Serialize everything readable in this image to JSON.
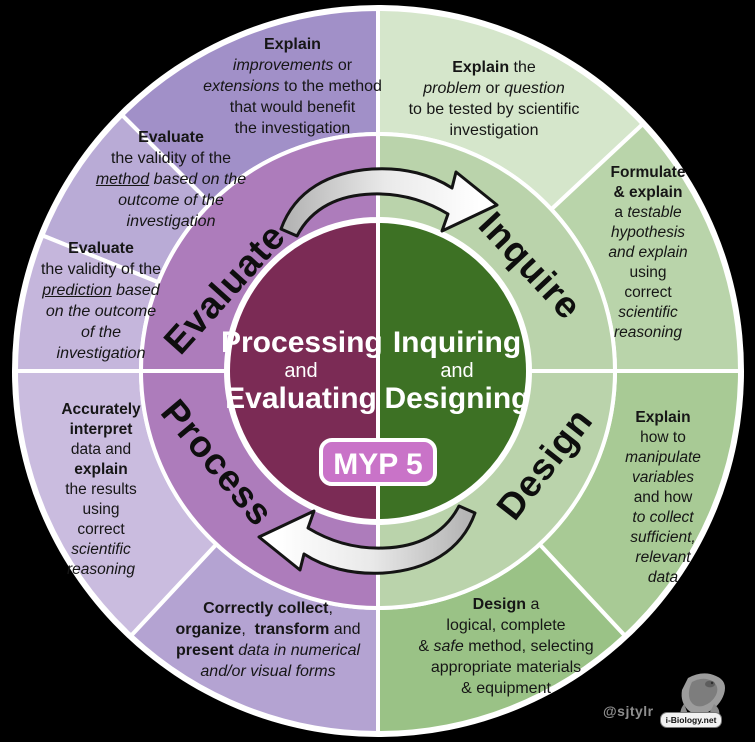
{
  "colors": {
    "background": "#000000",
    "text": "#161616",
    "white": "#ffffff",
    "outer_purple": [
      "#a190c8",
      "#b9abd6",
      "#c5b6dc",
      "#cabcdf",
      "#b4a3d2"
    ],
    "outer_green": [
      "#d5e6cb",
      "#b9d4aa",
      "#a8ca95",
      "#9ac286"
    ],
    "mid_purple": "#ad7cbb",
    "mid_green": "#bad3ab",
    "inner_maroon": "#7b2b55",
    "inner_green": "#3d7124",
    "badge_fill": "#c973c8",
    "arrow_tail": "#b5b5b5",
    "arrow_head": "#ffffff",
    "arrow_outline": "#141414",
    "watermark_text": "#8e8e8e"
  },
  "segments": {
    "explain_improvements": {
      "lines": [
        [
          {
            "t": "Explain",
            "b": true
          }
        ],
        [
          {
            "t": "improvements",
            "i": true
          },
          {
            "t": " or"
          }
        ],
        [
          {
            "t": "extensions",
            "i": true
          },
          {
            "t": " to the method"
          }
        ],
        [
          {
            "t": "that would benefit"
          }
        ],
        [
          {
            "t": "the investigation"
          }
        ]
      ]
    },
    "explain_problem": {
      "lines": [
        [
          {
            "t": "Explain",
            "b": true
          },
          {
            "t": " the"
          }
        ],
        [
          {
            "t": "problem",
            "i": true
          },
          {
            "t": " or "
          },
          {
            "t": "question",
            "i": true
          }
        ],
        [
          {
            "t": "to be tested by scientific"
          }
        ],
        [
          {
            "t": "investigation"
          }
        ]
      ]
    },
    "formulate_explain": {
      "lines": [
        [
          {
            "t": "Formulate",
            "b": true
          }
        ],
        [
          {
            "t": "& explain",
            "b": true
          }
        ],
        [
          {
            "t": "a "
          },
          {
            "t": "testable",
            "i": true
          }
        ],
        [
          {
            "t": "hypothesis",
            "i": true
          }
        ],
        [
          {
            "t": "and explain",
            "i": true
          }
        ],
        [
          {
            "t": "using"
          }
        ],
        [
          {
            "t": "correct"
          }
        ],
        [
          {
            "t": "scientific",
            "i": true
          }
        ],
        [
          {
            "t": "reasoning",
            "i": true
          }
        ]
      ]
    },
    "explain_how": {
      "lines": [
        [
          {
            "t": "Explain",
            "b": true
          }
        ],
        [
          {
            "t": "how to"
          }
        ],
        [
          {
            "t": "manipulate",
            "i": true
          }
        ],
        [
          {
            "t": "variables",
            "i": true
          }
        ],
        [
          {
            "t": "and how"
          }
        ],
        [
          {
            "t": "to collect",
            "i": true
          }
        ],
        [
          {
            "t": "sufficient,",
            "i": true
          }
        ],
        [
          {
            "t": "relevant",
            "i": true
          }
        ],
        [
          {
            "t": "data",
            "i": true
          }
        ]
      ]
    },
    "design_method": {
      "lines": [
        [
          {
            "t": "Design",
            "b": true
          },
          {
            "t": " a"
          }
        ],
        [
          {
            "t": "logical, complete"
          }
        ],
        [
          {
            "t": "& "
          },
          {
            "t": "safe",
            "i": true
          },
          {
            "t": " method, selecting"
          }
        ],
        [
          {
            "t": "appropriate materials"
          }
        ],
        [
          {
            "t": "& equipment"
          }
        ]
      ]
    },
    "correctly_collect": {
      "lines": [
        [
          {
            "t": "Correctly collect",
            "b": true
          },
          {
            "t": ","
          }
        ],
        [
          {
            "t": "organize",
            "b": true
          },
          {
            "t": ",  "
          },
          {
            "t": "transform",
            "b": true
          },
          {
            "t": " and"
          }
        ],
        [
          {
            "t": "present",
            "b": true
          },
          {
            "t": " "
          },
          {
            "t": "data in numerical",
            "i": true
          }
        ],
        [
          {
            "t": "and/or visual forms",
            "i": true
          }
        ]
      ]
    },
    "accurately_interpret": {
      "lines": [
        [
          {
            "t": "Accurately",
            "b": true
          }
        ],
        [
          {
            "t": "interpret",
            "b": true
          }
        ],
        [
          {
            "t": "data and"
          }
        ],
        [
          {
            "t": "explain",
            "b": true
          }
        ],
        [
          {
            "t": "the results"
          }
        ],
        [
          {
            "t": "using"
          }
        ],
        [
          {
            "t": "correct"
          }
        ],
        [
          {
            "t": "scientific",
            "i": true
          }
        ],
        [
          {
            "t": "reasoning",
            "i": true
          }
        ]
      ]
    },
    "evaluate_prediction": {
      "lines": [
        [
          {
            "t": "Evaluate",
            "b": true
          }
        ],
        [
          {
            "t": "the validity of the"
          }
        ],
        [
          {
            "t": "prediction",
            "i": true,
            "u": true
          },
          {
            "t": " based",
            "i": true
          }
        ],
        [
          {
            "t": "on the outcome",
            "i": true
          }
        ],
        [
          {
            "t": "of the",
            "i": true
          }
        ],
        [
          {
            "t": "investigation",
            "i": true
          }
        ]
      ]
    },
    "evaluate_method": {
      "lines": [
        [
          {
            "t": "Evaluate",
            "b": true
          }
        ],
        [
          {
            "t": "the validity of the"
          }
        ],
        [
          {
            "t": "method",
            "i": true,
            "u": true
          },
          {
            "t": " based on the",
            "i": true
          }
        ],
        [
          {
            "t": "outcome of the",
            "i": true
          }
        ],
        [
          {
            "t": "investigation",
            "i": true
          }
        ]
      ]
    }
  },
  "ring_labels": {
    "evaluate": "Evaluate",
    "inquire": "Inquire",
    "design": "Design",
    "process": "Process"
  },
  "center": {
    "left": {
      "top": "Processing",
      "mid": "and",
      "bottom": "Evaluating"
    },
    "right": {
      "top": "Inquiring",
      "mid": "and",
      "bottom": "Designing"
    },
    "badge": "MYP 5"
  },
  "watermark": {
    "handle": "@sjtylr",
    "site": "i-Biology.net"
  }
}
